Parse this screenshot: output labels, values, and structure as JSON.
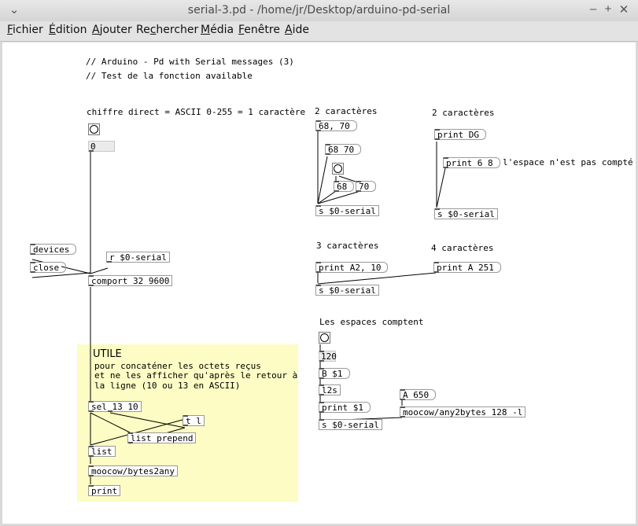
{
  "window": {
    "title": "serial-3.pd  - /home/jr/Desktop/arduino-pd-serial",
    "controls": {
      "collapse": "⌄",
      "minimize": "–",
      "maximize": "+",
      "close": "✕"
    }
  },
  "menu": [
    {
      "u": "F",
      "rest": "ichier"
    },
    {
      "u": "É",
      "rest": "dition"
    },
    {
      "u": "A",
      "rest": "jouter"
    },
    {
      "pre": "Re",
      "u": "c",
      "rest": "hercher"
    },
    {
      "u": "M",
      "rest": "édia"
    },
    {
      "u": "F",
      "rest": "enêtre"
    },
    {
      "u": "A",
      "rest": "ide"
    }
  ],
  "comments": {
    "header1": "// Arduino - Pd with Serial messages (3)",
    "header2": "// Test de la fonction available",
    "direct": "chiffre direct = ASCII 0-255 = 1 caractère",
    "two_chars_a": "2 caractères",
    "two_chars_b": "2 caractères",
    "space_note": "l'espace n'est pas compté",
    "three_chars": "3 caractères",
    "four_chars": "4 caractères",
    "spaces_count": "Les espaces comptent",
    "utile_title": "UTILE",
    "utile_1": "pour concaténer les octets reçus",
    "utile_2": "et ne les afficher qu'après le retour à",
    "utile_3": "la ligne (10 ou 13 en ASCII)"
  },
  "objects": {
    "devices": "devices",
    "close": "close",
    "r_serial": "r $0-serial",
    "comport": "comport 32 9600",
    "sel": "sel 13 10",
    "t_l": "t l",
    "list_prepend": "list prepend",
    "list": "list",
    "bytes2any": "moocow/bytes2any",
    "print": "print",
    "msg_68_70a": "68, 70",
    "msg_68_70b": "68 70",
    "msg_68": "68",
    "msg_70": "70",
    "s_serial_1": "s $0-serial",
    "print_dg": "print DG",
    "print_6_8": "print 6 8",
    "s_serial_2": "s $0-serial",
    "print_a2": "print A2, 10",
    "print_a251": "print A 251",
    "s_serial_3": "s $0-serial",
    "atom_120": "120",
    "b_1": "B $1",
    "l2s": "l2s",
    "print_1": "print $1",
    "a650": "A 650",
    "any2bytes": "moocow/any2bytes 128 -l",
    "s_serial_4": "s $0-serial",
    "atom_0": "0"
  }
}
